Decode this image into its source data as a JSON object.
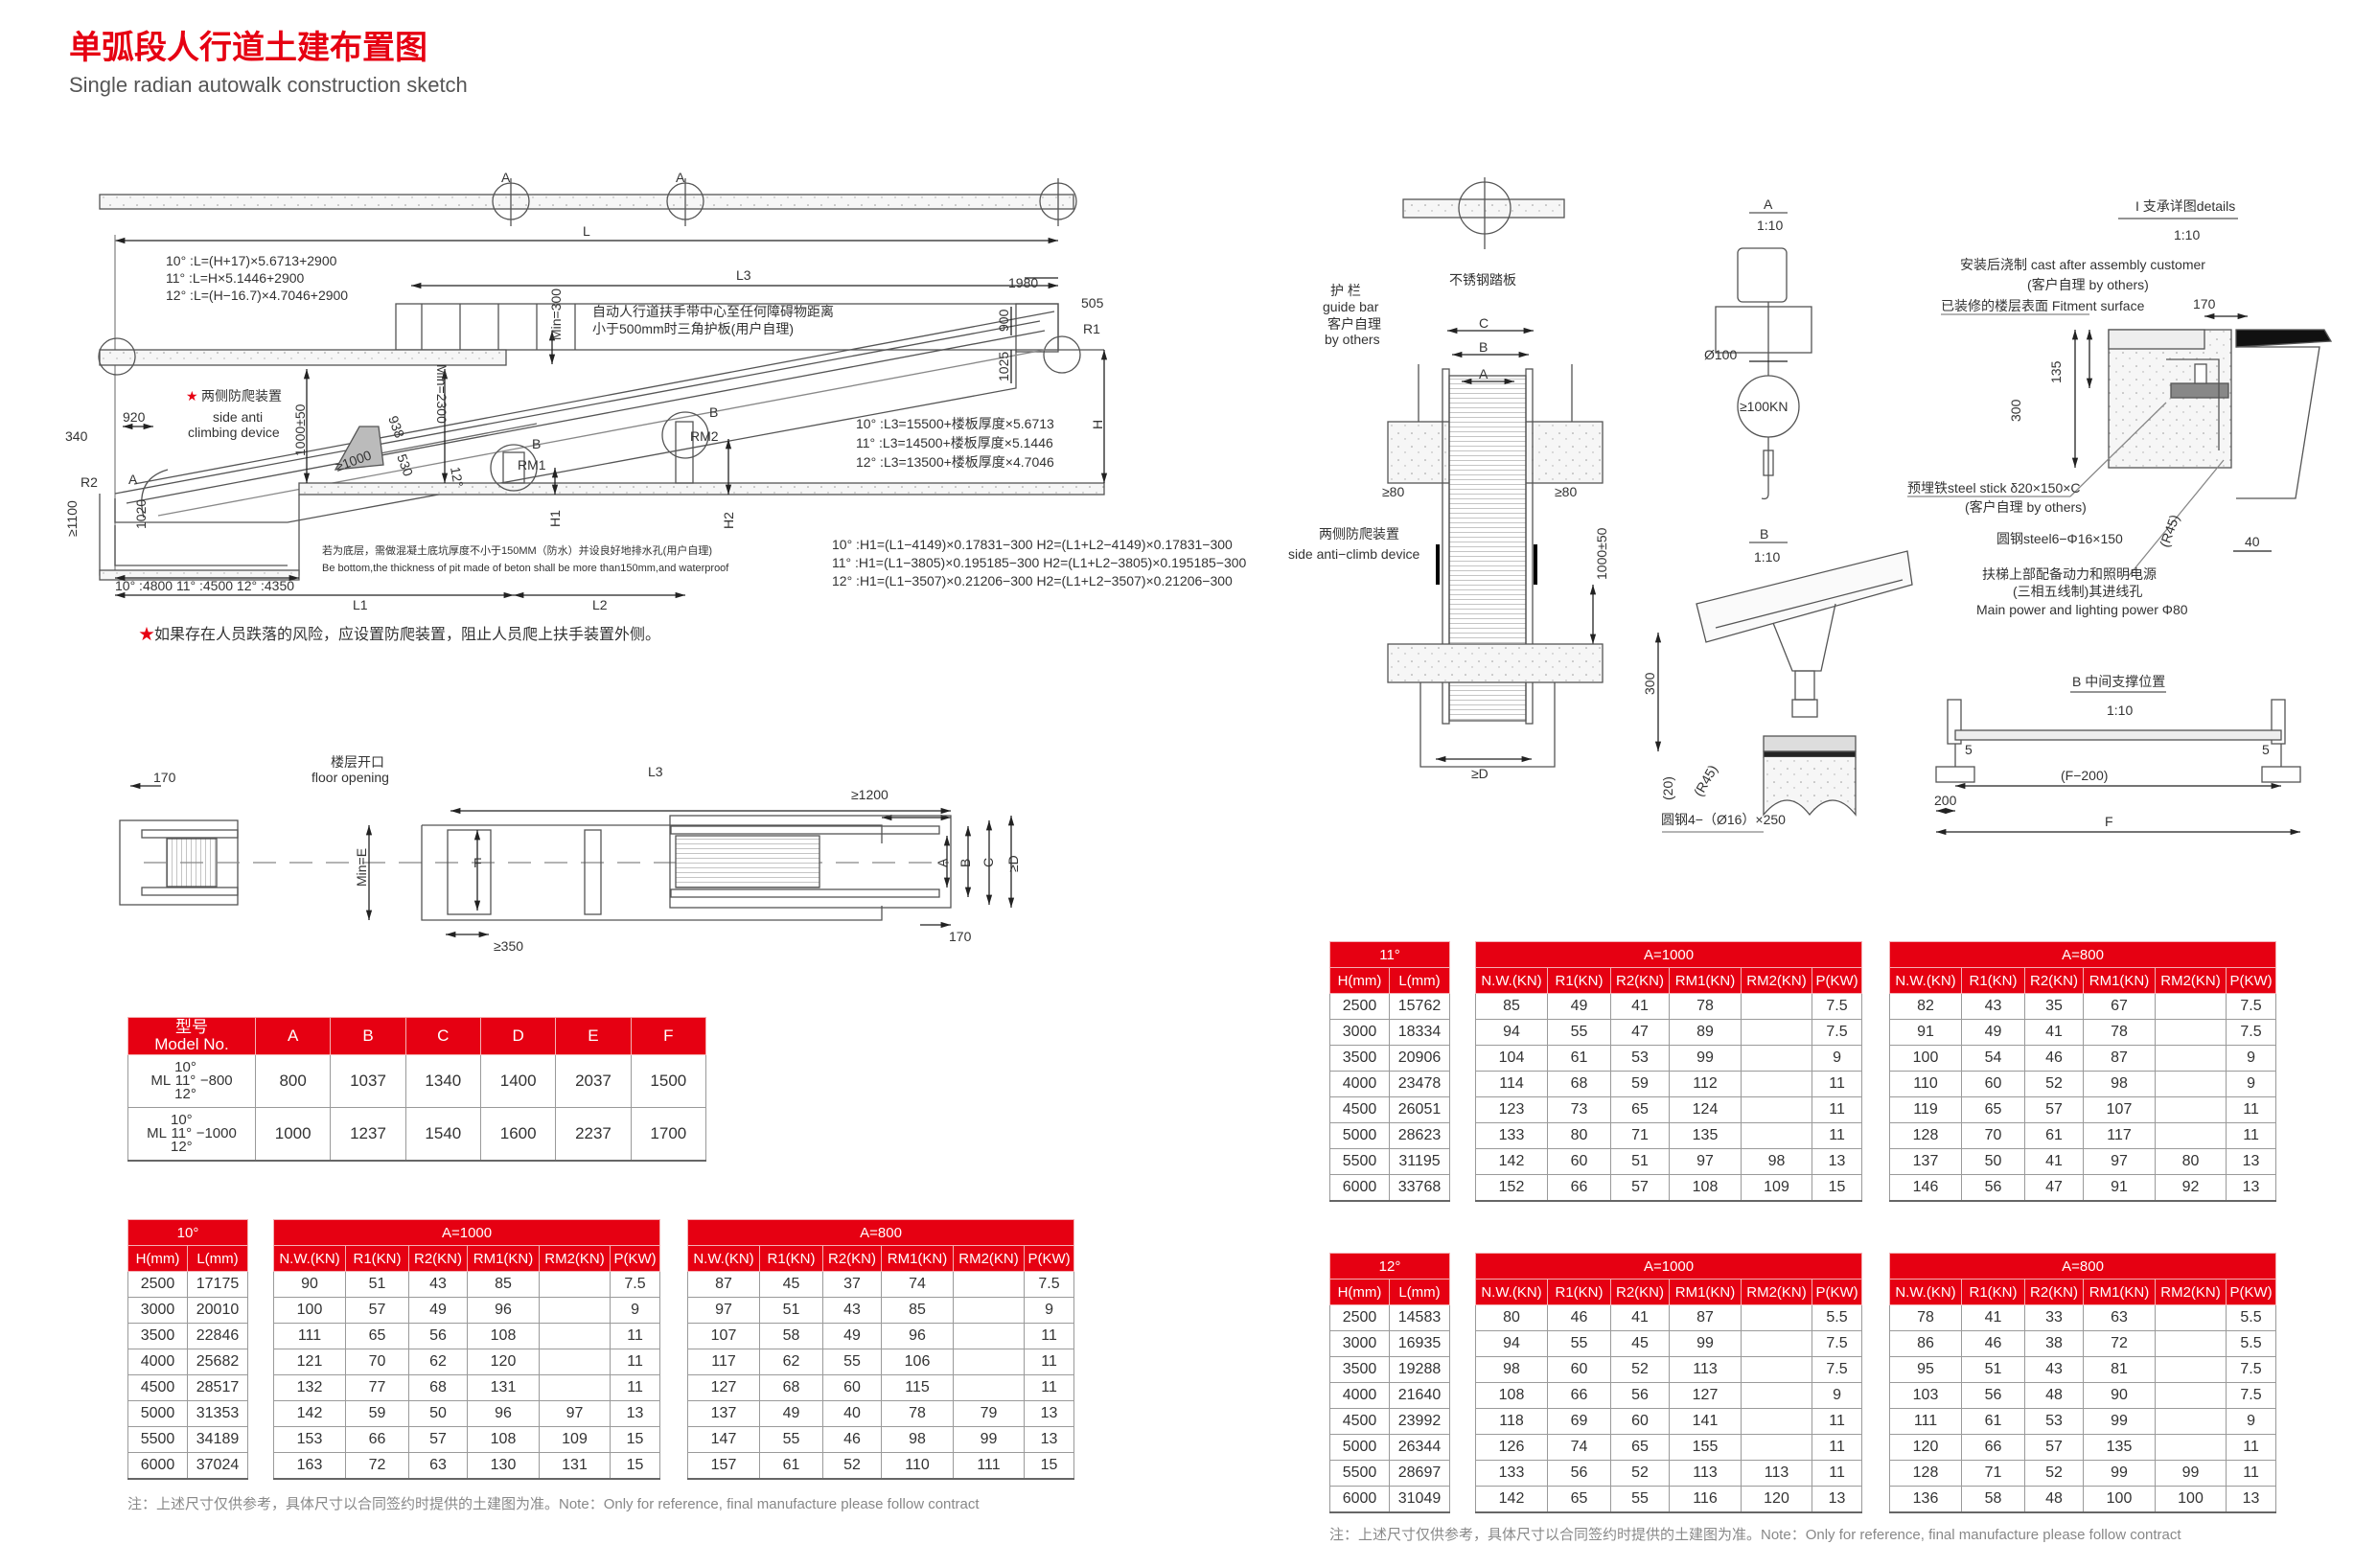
{
  "title": "单弧段人行道土建布置图",
  "subtitle": "Single radian autowalk construction sketch",
  "colors": {
    "accent": "#e60012",
    "text": "#333333"
  },
  "elevation": {
    "section_mark": "A",
    "dim_L": "L",
    "formula_L": [
      "10° :L=(H+17)×5.6713+2900",
      "11° :L=H×5.1446+2900",
      "12° :L=(H−16.7)×4.7046+2900"
    ],
    "dim_L3": "L3",
    "dim_1980": "1980",
    "dim_505": "505",
    "R1": "R1",
    "dim_900": "900",
    "dim_1025": "1025",
    "min300": "Min=300",
    "min2300": "Min=2300",
    "note_cn_1": "自动人行道扶手带中心至任何障碍物距离",
    "note_cn_2": "小于500mm时三角护板(用户自理)",
    "dim_1000_50": "1000±50",
    "anti_cn": "两侧防爬装置",
    "anti_en_1": "side anti",
    "anti_en_2": "climbing device",
    "dim_920": "920",
    "dim_340": "340",
    "R2": "R2",
    "A": "A",
    "dim_1100": "≥1100",
    "dim_1020": "1020",
    "dim_938": "938",
    "dim_530": "530",
    "dim_1000": "≥1000",
    "angle": "12°",
    "B": "B",
    "RM1": "RM1",
    "RM2": "RM2",
    "H": "H",
    "H1": "H1",
    "H2": "H2",
    "formula_L3": [
      "10° :L3=15500+楼板厚度×5.6713",
      "11° :L3=14500+楼板厚度×5.1446",
      "12° :L3=13500+楼板厚度×4.7046"
    ],
    "formula_H": [
      "10° :H1=(L1−4149)×0.17831−300  H2=(L1+L2−4149)×0.17831−300",
      "11° :H1=(L1−3805)×0.195185−300 H2=(L1+L2−3805)×0.195185−300",
      "12° :H1=(L1−3507)×0.21206−300  H2=(L1+L2−3507)×0.21206−300"
    ],
    "pit_cn": "若为底层，需做混凝土底坑厚度不小于150MM（防水）并设良好地排水孔(用户自理)",
    "pit_en": "Be bottom,the thickness of pit made of beton  shall be more than150mm,and waterproof",
    "pit_len": "10° :4800 11° :4500 12° :4350",
    "L1": "L1",
    "L2": "L2"
  },
  "warning": {
    "star": "★",
    "text": "如果存在人员跌落的风险，应设置防爬装置，阻止人员爬上扶手装置外侧。"
  },
  "plan": {
    "dim_170_left": "170",
    "floor_opening_cn": "楼层开口",
    "floor_opening_en": "floor opening",
    "L3": "L3",
    "dim_1200": "≥1200",
    "minE": "Min=E",
    "F": "F",
    "dim_350": "≥350",
    "A": "A",
    "B": "B",
    "C": "C",
    "D": "≥D",
    "dim_170_right": "170"
  },
  "section": {
    "steel_plate": "不锈钢踏板",
    "guard_cn": "护 栏",
    "guard_en": "guide bar",
    "others_cn": "客户自理",
    "others_en": "by others",
    "C": "C",
    "B": "B",
    "A": "A",
    "dim_80_left": "≥80",
    "dim_80_right": "≥80",
    "anti_cn": "两侧防爬装置",
    "anti_en": "side anti−climb device",
    "dim_1000_50": "1000±50",
    "D": "≥D"
  },
  "detail_a": {
    "title": "A",
    "scale": "1:10",
    "dia": "Ø100",
    "load": "≥100KN"
  },
  "detail_b": {
    "title": "B",
    "scale": "1:10",
    "dim_300": "300",
    "dim_20": "(20)",
    "r45": "(R45)",
    "steel": "圆钢4−（Ø16）×250"
  },
  "detail_i": {
    "title": "I  支承详图details",
    "scale": "1:10",
    "cast_1": "安装后浇制 cast after assembly customer",
    "cast_2": "(客户自理 by others)",
    "fitment": "已装修的楼层表面 Fitment surface",
    "dim_170": "170",
    "dim_135": "135",
    "dim_300": "300",
    "stick_1": "预埋铁steel stick δ20×150×C",
    "stick_2": "(客户自理 by others)",
    "steel": "圆钢steel6−Φ16×150",
    "r45": "(R45)",
    "dim_40": "40",
    "power_1": "扶梯上部配备动力和照明电源",
    "power_2": "(三相五线制)其进线孔",
    "power_3": "Main power and lighting power Φ80"
  },
  "detail_mid": {
    "title": "B 中间支撑位置",
    "scale": "1:10",
    "five": "5",
    "f200": "(F−200)",
    "dim_200": "200",
    "F": "F"
  },
  "model_table": {
    "header_cn": "型号",
    "header_en": "Model No.",
    "columns": [
      "A",
      "B",
      "C",
      "D",
      "E",
      "F"
    ],
    "rows": [
      {
        "prefix": "ML",
        "angles": [
          "10°",
          "11°",
          "12°"
        ],
        "suffix": "−800",
        "values": [
          "800",
          "1037",
          "1340",
          "1400",
          "2037",
          "1500"
        ]
      },
      {
        "prefix": "ML",
        "angles": [
          "10°",
          "11°",
          "12°"
        ],
        "suffix": "−1000",
        "values": [
          "1000",
          "1237",
          "1540",
          "1600",
          "2237",
          "1700"
        ]
      }
    ]
  },
  "load_tables": [
    {
      "angle": "10°",
      "hl_headers": [
        "H(mm)",
        "L(mm)"
      ],
      "hl_rows": [
        [
          "2500",
          "17175"
        ],
        [
          "3000",
          "20010"
        ],
        [
          "3500",
          "22846"
        ],
        [
          "4000",
          "25682"
        ],
        [
          "4500",
          "28517"
        ],
        [
          "5000",
          "31353"
        ],
        [
          "5500",
          "34189"
        ],
        [
          "6000",
          "37024"
        ]
      ],
      "groups": [
        {
          "title": "A=1000",
          "headers": [
            "N.W.(KN)",
            "R1(KN)",
            "R2(KN)",
            "RM1(KN)",
            "RM2(KN)",
            "P(KW)"
          ],
          "rows": [
            [
              "90",
              "51",
              "43",
              "85",
              "",
              "7.5"
            ],
            [
              "100",
              "57",
              "49",
              "96",
              "",
              "9"
            ],
            [
              "111",
              "65",
              "56",
              "108",
              "",
              "11"
            ],
            [
              "121",
              "70",
              "62",
              "120",
              "",
              "11"
            ],
            [
              "132",
              "77",
              "68",
              "131",
              "",
              "11"
            ],
            [
              "142",
              "59",
              "50",
              "96",
              "97",
              "13"
            ],
            [
              "153",
              "66",
              "57",
              "108",
              "109",
              "15"
            ],
            [
              "163",
              "72",
              "63",
              "130",
              "131",
              "15"
            ]
          ]
        },
        {
          "title": "A=800",
          "headers": [
            "N.W.(KN)",
            "R1(KN)",
            "R2(KN)",
            "RM1(KN)",
            "RM2(KN)",
            "P(KW)"
          ],
          "rows": [
            [
              "87",
              "45",
              "37",
              "74",
              "",
              "7.5"
            ],
            [
              "97",
              "51",
              "43",
              "85",
              "",
              "9"
            ],
            [
              "107",
              "58",
              "49",
              "96",
              "",
              "11"
            ],
            [
              "117",
              "62",
              "55",
              "106",
              "",
              "11"
            ],
            [
              "127",
              "68",
              "60",
              "115",
              "",
              "11"
            ],
            [
              "137",
              "49",
              "40",
              "78",
              "79",
              "13"
            ],
            [
              "147",
              "55",
              "46",
              "98",
              "99",
              "13"
            ],
            [
              "157",
              "61",
              "52",
              "110",
              "111",
              "15"
            ]
          ]
        }
      ],
      "note": "注：上述尺寸仅供参考，具体尺寸以合同签约时提供的土建图为准。Note：Only for reference, final manufacture please follow contract"
    },
    {
      "angle": "11°",
      "hl_headers": [
        "H(mm)",
        "L(mm)"
      ],
      "hl_rows": [
        [
          "2500",
          "15762"
        ],
        [
          "3000",
          "18334"
        ],
        [
          "3500",
          "20906"
        ],
        [
          "4000",
          "23478"
        ],
        [
          "4500",
          "26051"
        ],
        [
          "5000",
          "28623"
        ],
        [
          "5500",
          "31195"
        ],
        [
          "6000",
          "33768"
        ]
      ],
      "groups": [
        {
          "title": "A=1000",
          "headers": [
            "N.W.(KN)",
            "R1(KN)",
            "R2(KN)",
            "RM1(KN)",
            "RM2(KN)",
            "P(KW)"
          ],
          "rows": [
            [
              "85",
              "49",
              "41",
              "78",
              "",
              "7.5"
            ],
            [
              "94",
              "55",
              "47",
              "89",
              "",
              "7.5"
            ],
            [
              "104",
              "61",
              "53",
              "99",
              "",
              "9"
            ],
            [
              "114",
              "68",
              "59",
              "112",
              "",
              "11"
            ],
            [
              "123",
              "73",
              "65",
              "124",
              "",
              "11"
            ],
            [
              "133",
              "80",
              "71",
              "135",
              "",
              "11"
            ],
            [
              "142",
              "60",
              "51",
              "97",
              "98",
              "13"
            ],
            [
              "152",
              "66",
              "57",
              "108",
              "109",
              "15"
            ]
          ]
        },
        {
          "title": "A=800",
          "headers": [
            "N.W.(KN)",
            "R1(KN)",
            "R2(KN)",
            "RM1(KN)",
            "RM2(KN)",
            "P(KW)"
          ],
          "rows": [
            [
              "82",
              "43",
              "35",
              "67",
              "",
              "7.5"
            ],
            [
              "91",
              "49",
              "41",
              "78",
              "",
              "7.5"
            ],
            [
              "100",
              "54",
              "46",
              "87",
              "",
              "9"
            ],
            [
              "110",
              "60",
              "52",
              "98",
              "",
              "9"
            ],
            [
              "119",
              "65",
              "57",
              "107",
              "",
              "11"
            ],
            [
              "128",
              "70",
              "61",
              "117",
              "",
              "11"
            ],
            [
              "137",
              "50",
              "41",
              "97",
              "80",
              "13"
            ],
            [
              "146",
              "56",
              "47",
              "91",
              "92",
              "13"
            ]
          ]
        }
      ]
    },
    {
      "angle": "12°",
      "hl_headers": [
        "H(mm)",
        "L(mm)"
      ],
      "hl_rows": [
        [
          "2500",
          "14583"
        ],
        [
          "3000",
          "16935"
        ],
        [
          "3500",
          "19288"
        ],
        [
          "4000",
          "21640"
        ],
        [
          "4500",
          "23992"
        ],
        [
          "5000",
          "26344"
        ],
        [
          "5500",
          "28697"
        ],
        [
          "6000",
          "31049"
        ]
      ],
      "groups": [
        {
          "title": "A=1000",
          "headers": [
            "N.W.(KN)",
            "R1(KN)",
            "R2(KN)",
            "RM1(KN)",
            "RM2(KN)",
            "P(KW)"
          ],
          "rows": [
            [
              "80",
              "46",
              "41",
              "87",
              "",
              "5.5"
            ],
            [
              "94",
              "55",
              "45",
              "99",
              "",
              "7.5"
            ],
            [
              "98",
              "60",
              "52",
              "113",
              "",
              "7.5"
            ],
            [
              "108",
              "66",
              "56",
              "127",
              "",
              "9"
            ],
            [
              "118",
              "69",
              "60",
              "141",
              "",
              "11"
            ],
            [
              "126",
              "74",
              "65",
              "155",
              "",
              "11"
            ],
            [
              "133",
              "56",
              "52",
              "113",
              "113",
              "11"
            ],
            [
              "142",
              "65",
              "55",
              "116",
              "120",
              "13"
            ]
          ]
        },
        {
          "title": "A=800",
          "headers": [
            "N.W.(KN)",
            "R1(KN)",
            "R2(KN)",
            "RM1(KN)",
            "RM2(KN)",
            "P(KW)"
          ],
          "rows": [
            [
              "78",
              "41",
              "33",
              "63",
              "",
              "5.5"
            ],
            [
              "86",
              "46",
              "38",
              "72",
              "",
              "5.5"
            ],
            [
              "95",
              "51",
              "43",
              "81",
              "",
              "7.5"
            ],
            [
              "103",
              "56",
              "48",
              "90",
              "",
              "7.5"
            ],
            [
              "111",
              "61",
              "53",
              "99",
              "",
              "9"
            ],
            [
              "120",
              "66",
              "57",
              "135",
              "",
              "11"
            ],
            [
              "128",
              "71",
              "52",
              "99",
              "99",
              "11"
            ],
            [
              "136",
              "58",
              "48",
              "100",
              "100",
              "13"
            ]
          ]
        }
      ],
      "note": "注：上述尺寸仅供参考，具体尺寸以合同签约时提供的土建图为准。Note：Only for reference, final manufacture please follow contract"
    }
  ]
}
